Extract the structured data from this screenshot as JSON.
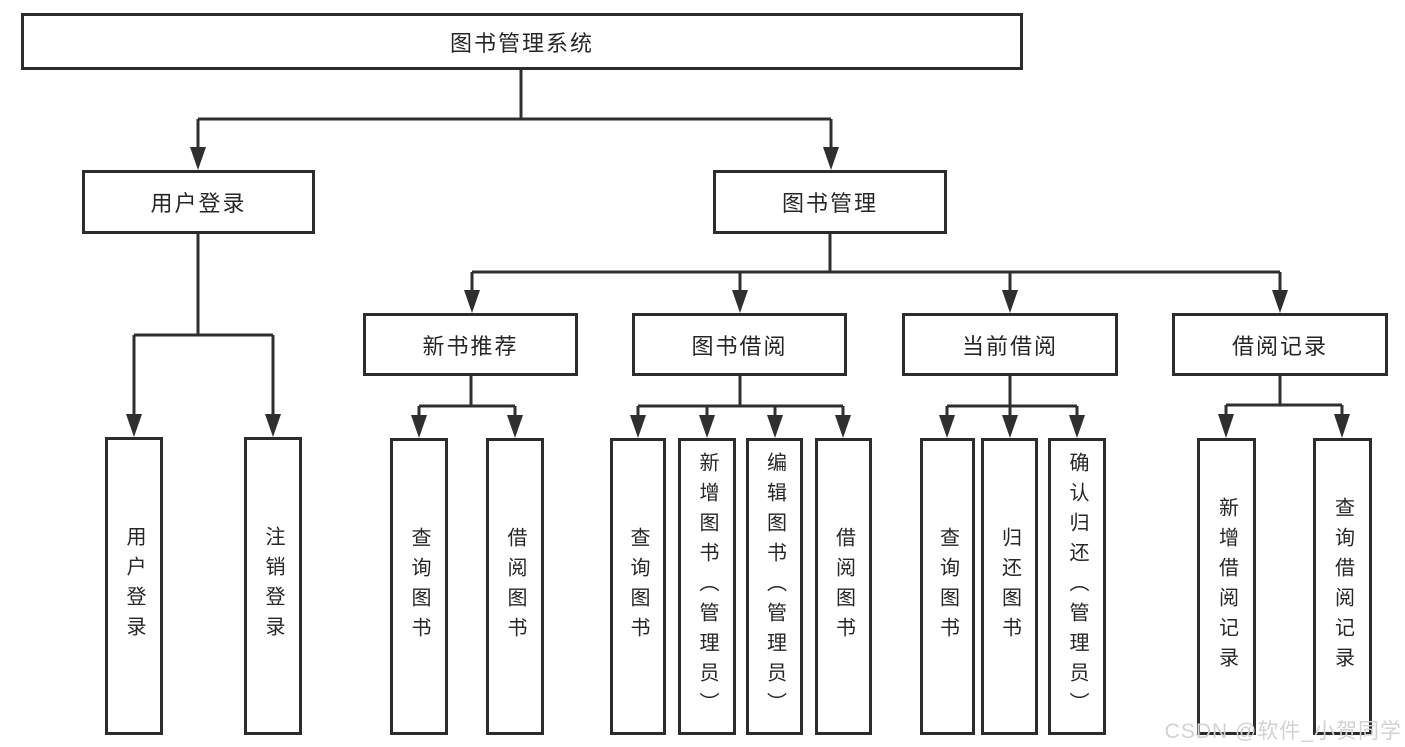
{
  "diagram": {
    "type": "hierarchy-tree",
    "root": {
      "label": "图书管理系统"
    },
    "branches": [
      {
        "label": "用户登录",
        "children": [
          {
            "label": "用户登录"
          },
          {
            "label": "注销登录"
          }
        ]
      },
      {
        "label": "图书管理",
        "children": [
          {
            "label": "新书推荐",
            "children": [
              {
                "label": "查询图书"
              },
              {
                "label": "借阅图书"
              }
            ]
          },
          {
            "label": "图书借阅",
            "children": [
              {
                "label": "查询图书"
              },
              {
                "label": "新增图书（管理员）"
              },
              {
                "label": "编辑图书（管理员）"
              },
              {
                "label": "借阅图书"
              }
            ]
          },
          {
            "label": "当前借阅",
            "children": [
              {
                "label": "查询图书"
              },
              {
                "label": "归还图书"
              },
              {
                "label": "确认归还（管理员）"
              }
            ]
          },
          {
            "label": "借阅记录",
            "children": [
              {
                "label": "新增借阅记录"
              },
              {
                "label": "查询借阅记录"
              }
            ]
          }
        ]
      }
    ]
  },
  "colors": {
    "line": "#2e2f31",
    "box_border": "#2b2c2e",
    "text": "#262626",
    "watermark": "#d2d2d2",
    "background": "#ffffff"
  },
  "watermark": {
    "text": "CSDN @软件_小贺同学"
  }
}
